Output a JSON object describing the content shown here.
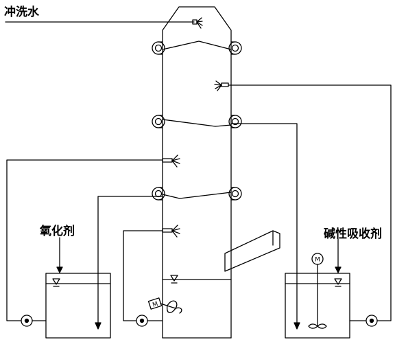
{
  "labels": {
    "wash_water": "冲洗水",
    "oxidant": "氧化剂",
    "alkaline_absorbent": "碱性吸收剂"
  },
  "motor_glyph": "M",
  "colors": {
    "line": "#000000",
    "background": "#ffffff"
  }
}
